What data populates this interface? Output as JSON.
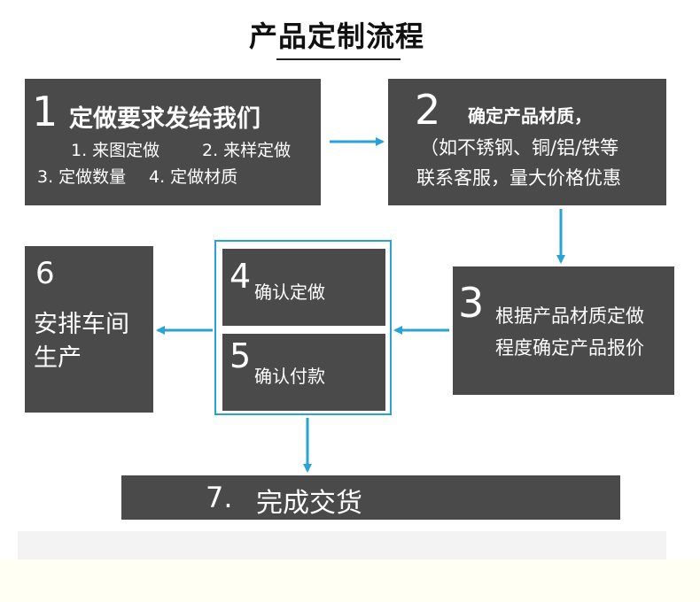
{
  "title": "产品定制流程",
  "step1": {
    "number": "1",
    "heading": "定做要求发给我们",
    "item1": "1. 来图定做",
    "item2": "2. 来样定做",
    "item3": "3. 定做数量",
    "item4": "4. 定做材质"
  },
  "step2": {
    "number": "2",
    "line1": "确定产品材质，",
    "line2": "（如不锈钢、铜/铝/铁等",
    "line3": "联系客服，量大价格优惠"
  },
  "step3": {
    "number": "3",
    "line1": "根据产品材质定做",
    "line2": "程度确定产品报价"
  },
  "step4": {
    "number": "4",
    "label": "确认定做"
  },
  "step5": {
    "number": "5",
    "label": "确认付款"
  },
  "step6": {
    "number": "6",
    "line1": "安排车间",
    "line2": "生产"
  },
  "step7": {
    "number": "7.",
    "label": "完成交货"
  },
  "colors": {
    "box": "#4a4a4a",
    "arrow": "#29a3d6",
    "text": "#ffffff"
  }
}
